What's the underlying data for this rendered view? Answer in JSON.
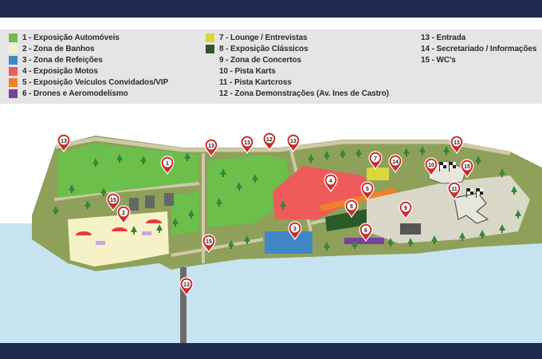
{
  "legend": {
    "items": [
      {
        "label": "1 - Exposição Automóveis",
        "color": "#6cbf4b"
      },
      {
        "label": "2 - Zona de Banhos",
        "color": "#f6f1c6"
      },
      {
        "label": "3 - Zona de Refeições",
        "color": "#3f88c5"
      },
      {
        "label": "4 - Exposição Motos",
        "color": "#ef5a5a"
      },
      {
        "label": "5 - Exposição Veículos Convidados/VIP",
        "color": "#f0802a"
      },
      {
        "label": "6 - Drones e Aeromodelismo",
        "color": "#7b3fa0"
      },
      {
        "label": "7 - Lounge / Entrevistas",
        "color": "#d8d83a"
      },
      {
        "label": "8 - Exposição Clássicos",
        "color": "#2a5a2a"
      },
      {
        "label": "9 - Zona de Concertos",
        "color": null
      },
      {
        "label": "10 - Pista Karts",
        "color": null
      },
      {
        "label": "11 - Pista Kartcross",
        "color": null
      },
      {
        "label": "12 - Zona Demonstrações (Av. Ines de Castro)",
        "color": null
      },
      {
        "label": "13 - Entrada",
        "color": null
      },
      {
        "label": "14 - Secretariado / Informações",
        "color": null
      },
      {
        "label": "15 - WC's",
        "color": null
      }
    ]
  },
  "map": {
    "markers": [
      "13",
      "13",
      "13",
      "12",
      "13",
      "13",
      "1",
      "15",
      "2",
      "3",
      "4",
      "5",
      "6",
      "7",
      "8",
      "9",
      "10",
      "11",
      "14",
      "15",
      "15",
      "13"
    ],
    "colors": {
      "land": "#8ea05a",
      "sand": "#f6f1c6",
      "water": "#c7e3ef",
      "path": "#cfc9a8",
      "marker": "#cc2a2a",
      "tree": "#2f8a3a"
    }
  }
}
